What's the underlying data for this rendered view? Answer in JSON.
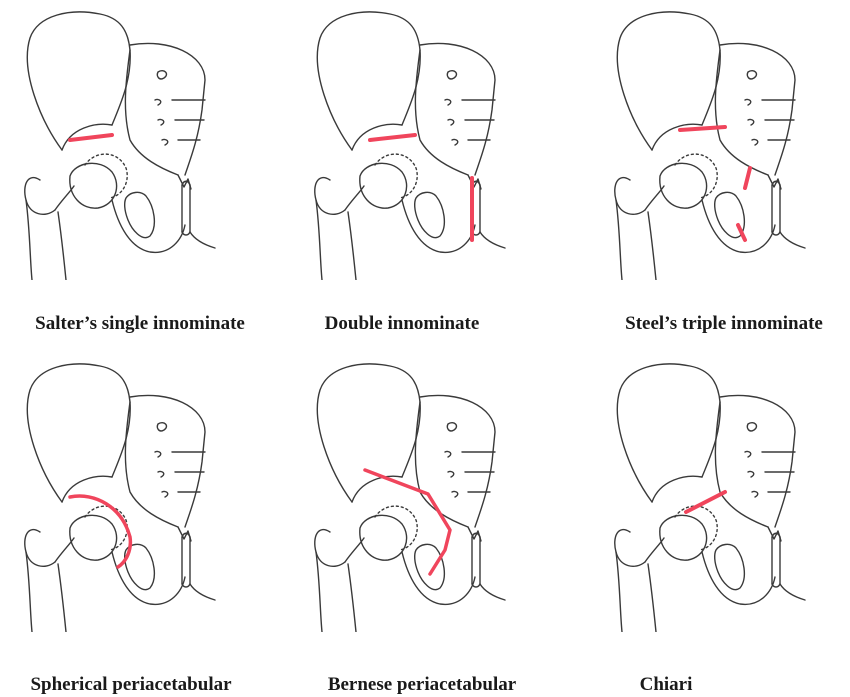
{
  "colors": {
    "bone_outline": "#3a3a3a",
    "osteotomy_cut": "#f0455c",
    "background": "#ffffff"
  },
  "panels": [
    {
      "id": "salter",
      "caption": "Salter’s single innominate"
    },
    {
      "id": "double",
      "caption": "Double innominate"
    },
    {
      "id": "steel",
      "caption": "Steel’s triple innominate"
    },
    {
      "id": "spherical",
      "caption": "Spherical periacetabular"
    },
    {
      "id": "bernese",
      "caption": "Bernese periacetabular"
    },
    {
      "id": "chiari",
      "caption": "Chiari"
    }
  ]
}
